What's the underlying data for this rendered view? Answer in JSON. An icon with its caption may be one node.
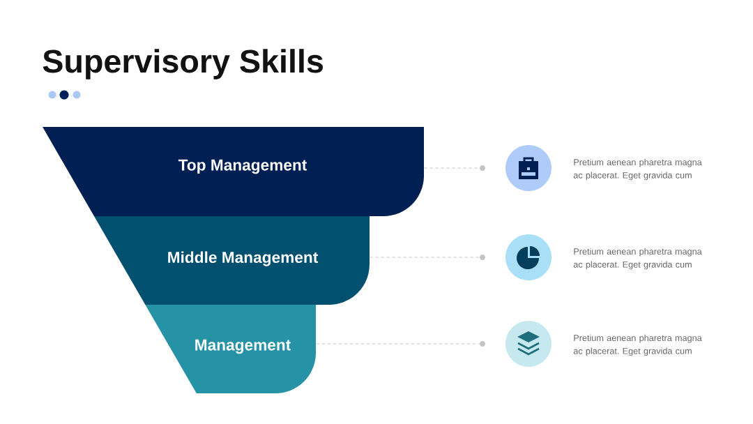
{
  "diagram": {
    "title": "Supervisory Skills",
    "nodes": [
      {
        "text": [
          "Top Management"
        ]
      },
      {
        "text": [
          "Middle Management"
        ]
      },
      {
        "text": [
          "Management"
        ]
      },
      {
        "text": [],
        "shape": "circle"
      },
      {
        "text": [],
        "shape": "circle"
      },
      {
        "text": [],
        "shape": "circle"
      },
      {
        "text": [],
        "shape": "circle",
        "beside": [
          "Pretium aenean pharetra magna ac placerat. Eget gravida cum"
        ]
      },
      {
        "text": [],
        "shape": "circle",
        "beside": [
          "Pretium aenean pharetra magna ac placerat. Eget gravida cum"
        ]
      },
      {
        "text": [],
        "shape": "circle",
        "beside": [
          "Pretium aenean pharetra magna ac placerat. Eget gravida cum"
        ]
      }
    ],
    "edges": [
      {
        "from": 0,
        "to": 3,
        "arrow": "none",
        "style": "dashed"
      },
      {
        "from": 1,
        "to": 4,
        "arrow": "none",
        "style": "dashed"
      },
      {
        "from": 2,
        "to": 5,
        "arrow": "none",
        "style": "dashed"
      }
    ]
  }
}
